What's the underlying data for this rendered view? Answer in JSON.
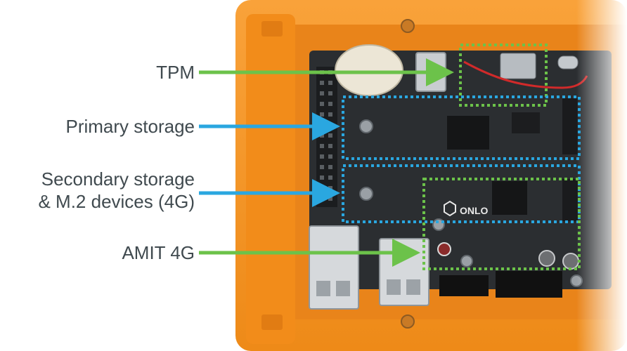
{
  "labels": {
    "tpm": "TPM",
    "primary": "Primary storage",
    "secondary_line1": "Secondary storage",
    "secondary_line2": "& M.2 devices (4G)",
    "amit": "AMIT 4G"
  },
  "board_text": {
    "logo": "ONLO"
  },
  "colors": {
    "green_callout": "#6cc24a",
    "blue_callout": "#2aa7e0",
    "enclosure_orange": "#f7941d",
    "board_dark": "#2b2e31",
    "text": "#404a4f"
  }
}
